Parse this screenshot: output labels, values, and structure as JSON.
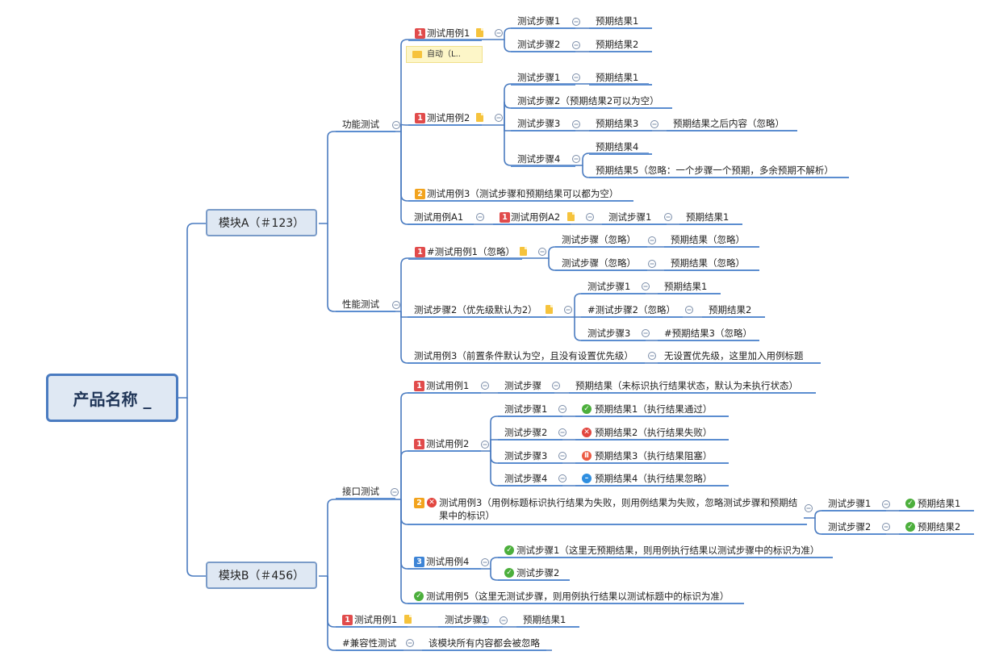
{
  "root": {
    "title": "产品名称 _"
  },
  "modules": [
    {
      "label": "模块A（＃123）"
    },
    {
      "label": "模块B（＃456）"
    }
  ],
  "colors": {
    "line": "#4a7bc0",
    "underline": "#5b8dd0",
    "collapse": "#7a8ca8",
    "root_border": "#4a7bc0",
    "node_fill": "#dfe8f3"
  },
  "callout": {
    "text": "自动（L.."
  },
  "icons": {
    "priority": "priority-badge-icon",
    "note": "note-icon",
    "collapse": "collapse-toggle-icon",
    "pass": "pass-status-icon",
    "fail": "fail-status-icon",
    "blocked": "blocked-status-icon",
    "skipped": "skipped-status-icon"
  },
  "labels": {
    "gn": "功能测试",
    "xn": "性能测试",
    "jk": "接口测试",
    "jr": "#兼容性测试",
    "jr_note": "该模块所有内容都会被忽略",
    "c1": "测试用例1",
    "c1_s1": "测试步骤1",
    "c1_r1": "预期结果1",
    "c1_s2": "测试步骤2",
    "c1_r2": "预期结果2",
    "c2": "测试用例2",
    "c2_s1": "测试步骤1",
    "c2_r1": "预期结果1",
    "c2_s2": "测试步骤2（预期结果2可以为空）",
    "c2_s3": "测试步骤3",
    "c2_r3": "预期结果3",
    "c2_r3x": "预期结果之后内容（忽略）",
    "c2_s4": "测试步骤4",
    "c2_r4": "预期结果4",
    "c2_r5": "预期结果5（忽略：一个步骤一个预期，多余预期不解析）",
    "c3": "测试用例3（测试步骤和预期结果可以都为空）",
    "a1": "测试用例A1",
    "a2": "测试用例A2",
    "a2_s1": "测试步骤1",
    "a2_r1": "预期结果1",
    "p1": "#测试用例1（忽略）",
    "p1_s1": "测试步骤（忽略）",
    "p1_r1": "预期结果（忽略）",
    "p1_s2": "测试步骤（忽略）",
    "p1_r2": "预期结果（忽略）",
    "p2": "测试步骤2（优先级默认为2）",
    "p2_s1": "测试步骤1",
    "p2_r1": "预期结果1",
    "p2_s2": "#测试步骤2（忽略）",
    "p2_r2": "预期结果2",
    "p2_s3": "测试步骤3",
    "p2_r3": "#预期结果3（忽略）",
    "p3": "测试用例3（前置条件默认为空，且没有设置优先级）",
    "p3_r": "无设置优先级，这里加入用例标题",
    "i1": "测试用例1",
    "i1_s": "测试步骤",
    "i1_r": "预期结果（未标识执行结果状态，默认为未执行状态）",
    "i2": "测试用例2",
    "i2_s1": "测试步骤1",
    "i2_r1": "预期结果1（执行结果通过）",
    "i2_s2": "测试步骤2",
    "i2_r2": "预期结果2（执行结果失败）",
    "i2_s3": "测试步骤3",
    "i2_r3": "预期结果3（执行结果阻塞）",
    "i2_s4": "测试步骤4",
    "i2_r4": "预期结果4（执行结果忽略）",
    "i3": "测试用例3（用例标题标识执行结果为失败，则用例结果为失败，忽略测试步骤和预期结果中的标识）",
    "i3_s1": "测试步骤1",
    "i3_r1": "预期结果1",
    "i3_s2": "测试步骤2",
    "i3_r2": "预期结果2",
    "i4": "测试用例4",
    "i4_s1": "测试步骤1（这里无预期结果，则用例执行结果以测试步骤中的标识为准）",
    "i4_s2": "测试步骤2",
    "i5": "测试用例5（这里无测试步骤，则用例执行结果以测试标题中的标识为准）",
    "b1": "测试用例1",
    "b1_s": "测试步骤1",
    "b1_r": "预期结果1"
  },
  "priorities": {
    "c1": "1",
    "c2": "1",
    "c3": "2",
    "a2": "1",
    "p1": "1",
    "i1": "1",
    "i2": "1",
    "i3": "2",
    "i4": "3",
    "b1": "1"
  }
}
